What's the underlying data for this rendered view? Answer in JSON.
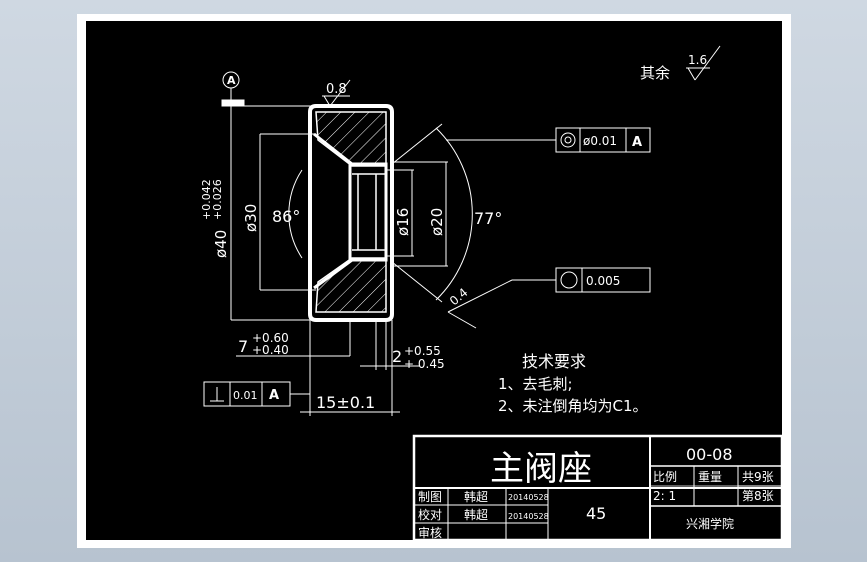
{
  "drawing": {
    "datum_label": "A",
    "surface_roughness_top": "0.8",
    "default_roughness_prefix": "其余",
    "default_roughness_value": "1.6",
    "dims": {
      "outer_diameter": "ø40",
      "outer_tol_upper": "+0.042",
      "outer_tol_lower": "+0.026",
      "bore_30": "ø30",
      "bore_16": "ø16",
      "bore_20": "ø20",
      "angle_86": "86°",
      "angle_77": "77°",
      "chamfer_04": "0.4",
      "left_depth": "7",
      "left_tol_upper": "+0.60",
      "left_tol_lower": "+0.40",
      "right_depth": "2",
      "right_tol_upper": "+0.55",
      "right_tol_lower": "+ 0.45",
      "width": "15±0.1"
    },
    "tolerances": {
      "concentricity_value": "ø0.01",
      "concentricity_datum": "A",
      "roundness_value": "0.005",
      "perpendicularity_value": "0.01",
      "perpendicularity_datum": "A"
    },
    "notes": {
      "title": "技术要求",
      "line1": "1、去毛刺;",
      "line2": "2、未注倒角均为C1。"
    }
  },
  "title_block": {
    "part_name": "主阀座",
    "drawing_number": "00-08",
    "scale_label": "比例",
    "weight_label": "重量",
    "total_sheets": "共9张",
    "scale_value": "2: 1",
    "sheet_number": "第8张",
    "draw_label": "制图",
    "drawer_name": "韩超",
    "draw_date": "20140528",
    "check_label": "校对",
    "checker_name": "韩超",
    "check_date": "20140528",
    "review_label": "审核",
    "material": "45",
    "school": "兴湘学院"
  },
  "colors": {
    "canvas": "#000000",
    "lines": "#ffffff",
    "paper_border": "#ffffff",
    "outside": "#c9d2dd"
  }
}
